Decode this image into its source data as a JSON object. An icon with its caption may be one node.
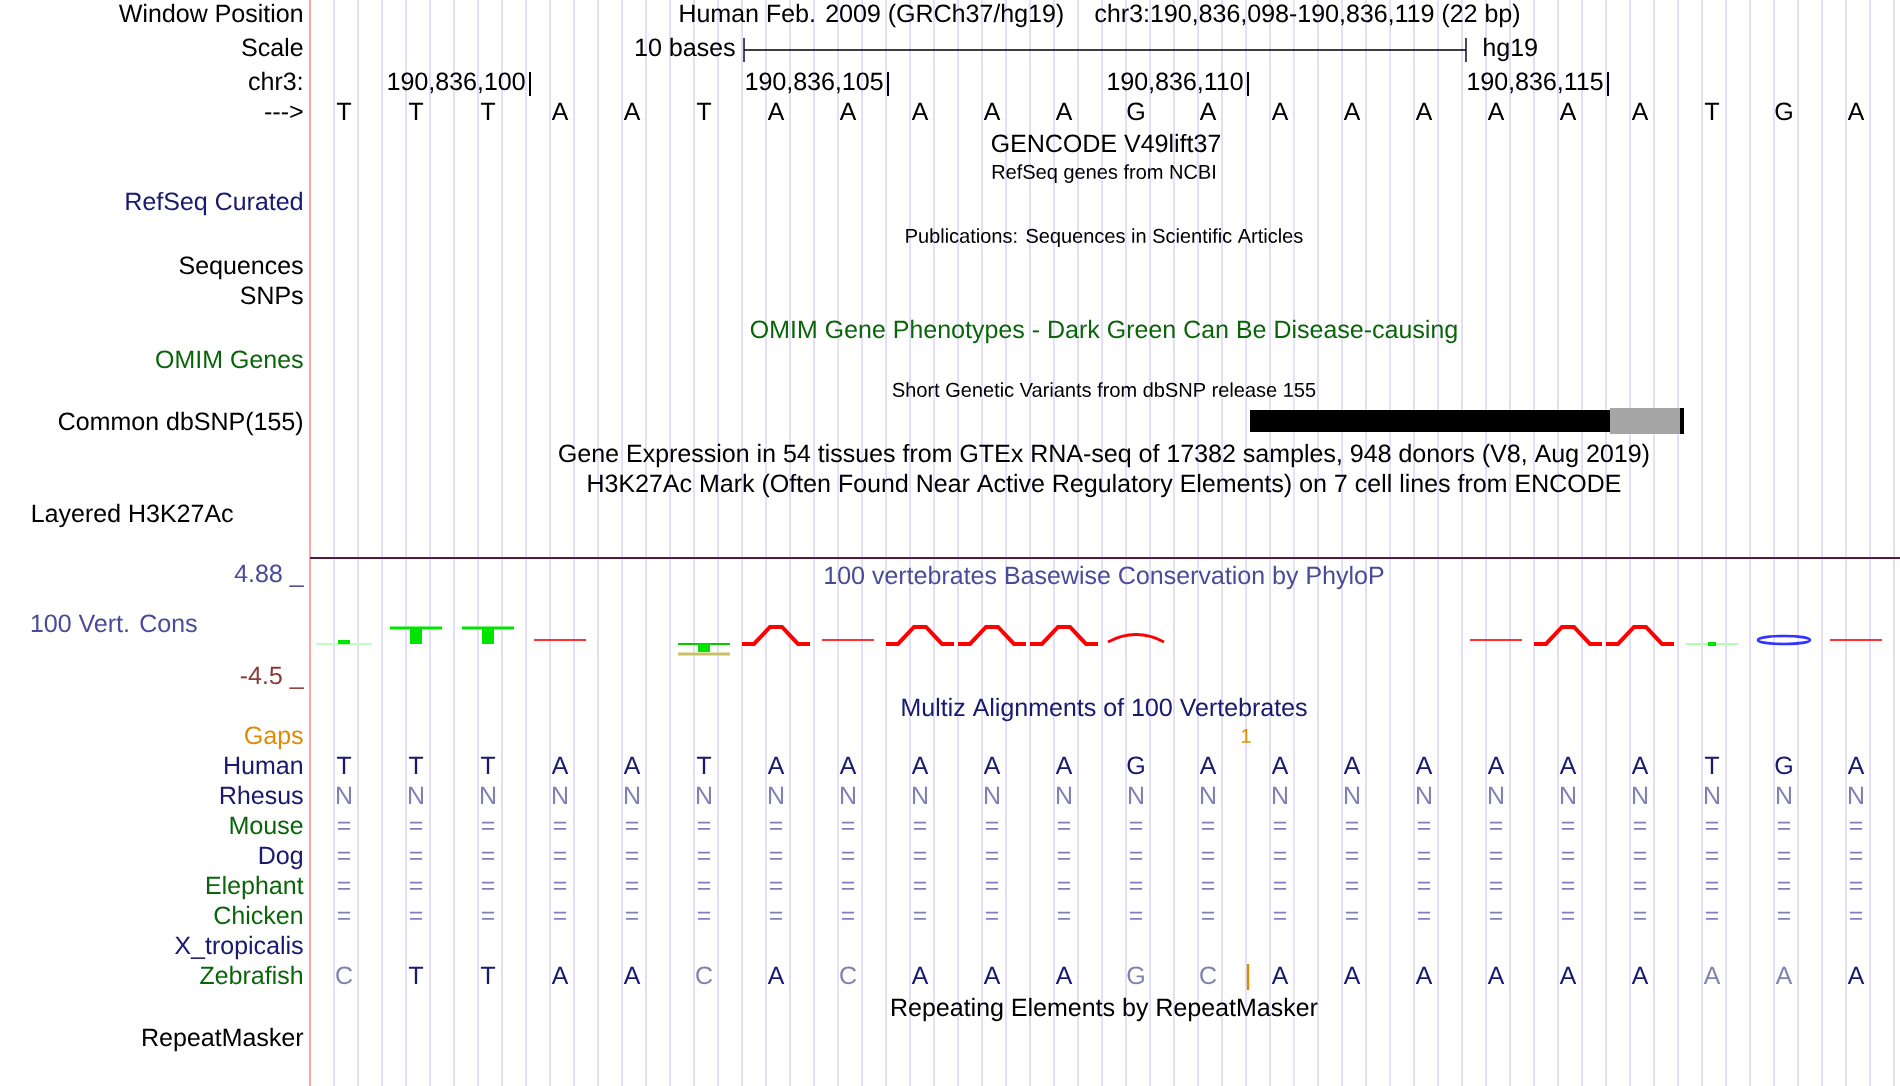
{
  "diagram": {
    "labels": [
      "Window Position",
      "Human Feb. 2009 (GRCh37/hg19)",
      "chr3:190,836,098-190,836,119 (22 bp)",
      "Scale",
      "10 bases",
      "hg19",
      "chr3:",
      "190,836,100",
      "190,836,105",
      "190,836,110",
      "190,836,115",
      "--->",
      "T",
      "T",
      "T",
      "A",
      "A",
      "T",
      "A",
      "A",
      "A",
      "A",
      "A",
      "G",
      "A",
      "A",
      "A",
      "A",
      "A",
      "A",
      "A",
      "T",
      "G",
      "A",
      "GENCODE V49lift37",
      "RefSeq genes from NCBI",
      "RefSeq Curated",
      "Publications: Sequences in Scientific Articles",
      "Sequences",
      "SNPs",
      "OMIM Gene Phenotypes - Dark Green Can Be Disease-causing",
      "OMIM Genes",
      "Short Genetic Variants from dbSNP release 155",
      "Common dbSNP(155)",
      "Gene Expression in 54 tissues from GTEx RNA-seq of 17382 samples, 948 donors (V8, Aug 2019)",
      "H3K27Ac Mark (Often Found Near Active Regulatory Elements) on 7 cell lines from ENCODE",
      "Layered H3K27Ac",
      "4.88 _",
      "100 vertebrates Basewise Conservation by PhyloP",
      "100 Vert. Cons",
      "-4.5 _",
      "Multiz Alignments of 100 Vertebrates",
      "Gaps",
      "1",
      "Human",
      "T",
      "T",
      "T",
      "A",
      "A",
      "T",
      "A",
      "A",
      "A",
      "A",
      "A",
      "G",
      "A",
      "A",
      "A",
      "A",
      "A",
      "A",
      "A",
      "T",
      "G",
      "A",
      "Rhesus",
      "N",
      "N",
      "N",
      "N",
      "N",
      "N",
      "N",
      "N",
      "N",
      "N",
      "N",
      "N",
      "N",
      "N",
      "N",
      "N",
      "N",
      "N",
      "N",
      "N",
      "N",
      "N",
      "Mouse",
      "=",
      "=",
      "=",
      "=",
      "=",
      "=",
      "=",
      "=",
      "=",
      "=",
      "=",
      "=",
      "=",
      "=",
      "=",
      "=",
      "=",
      "=",
      "=",
      "=",
      "=",
      "=",
      "Dog",
      "=",
      "=",
      "=",
      "=",
      "=",
      "=",
      "=",
      "=",
      "=",
      "=",
      "=",
      "=",
      "=",
      "=",
      "=",
      "=",
      "=",
      "=",
      "=",
      "=",
      "=",
      "=",
      "Elephant",
      "=",
      "=",
      "=",
      "=",
      "=",
      "=",
      "=",
      "=",
      "=",
      "=",
      "=",
      "=",
      "=",
      "=",
      "=",
      "=",
      "=",
      "=",
      "=",
      "=",
      "=",
      "=",
      "Chicken",
      "=",
      "=",
      "=",
      "=",
      "=",
      "=",
      "=",
      "=",
      "=",
      "=",
      "=",
      "=",
      "=",
      "=",
      "=",
      "=",
      "=",
      "=",
      "=",
      "=",
      "=",
      "=",
      "X_tropicalis",
      "Zebrafish",
      "C",
      "T",
      "T",
      "A",
      "A",
      "C",
      "A",
      "C",
      "A",
      "A",
      "A",
      "G",
      "C",
      "A",
      "A",
      "A",
      "A",
      "A",
      "A",
      "A",
      "A",
      "A",
      "Repeating Elements by RepeatMasker",
      "RepeatMasker"
    ]
  }
}
